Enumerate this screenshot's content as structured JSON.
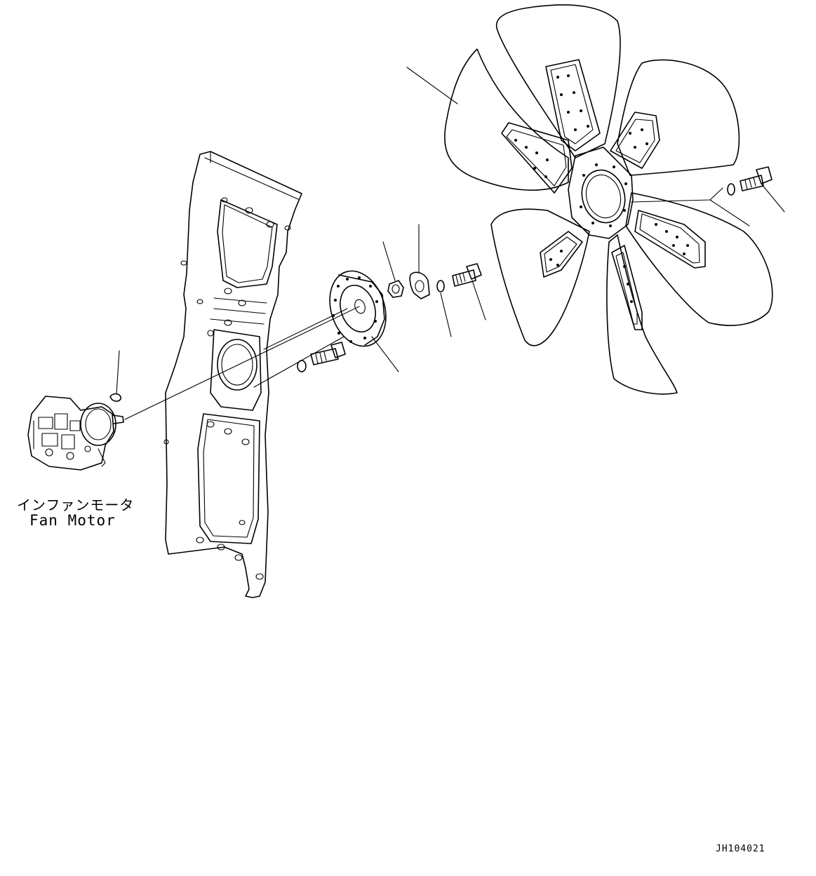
{
  "labels": {
    "fan_motor_jp": "インファンモータ",
    "fan_motor_en": "Fan Motor",
    "drawing_code": "JH104021"
  }
}
